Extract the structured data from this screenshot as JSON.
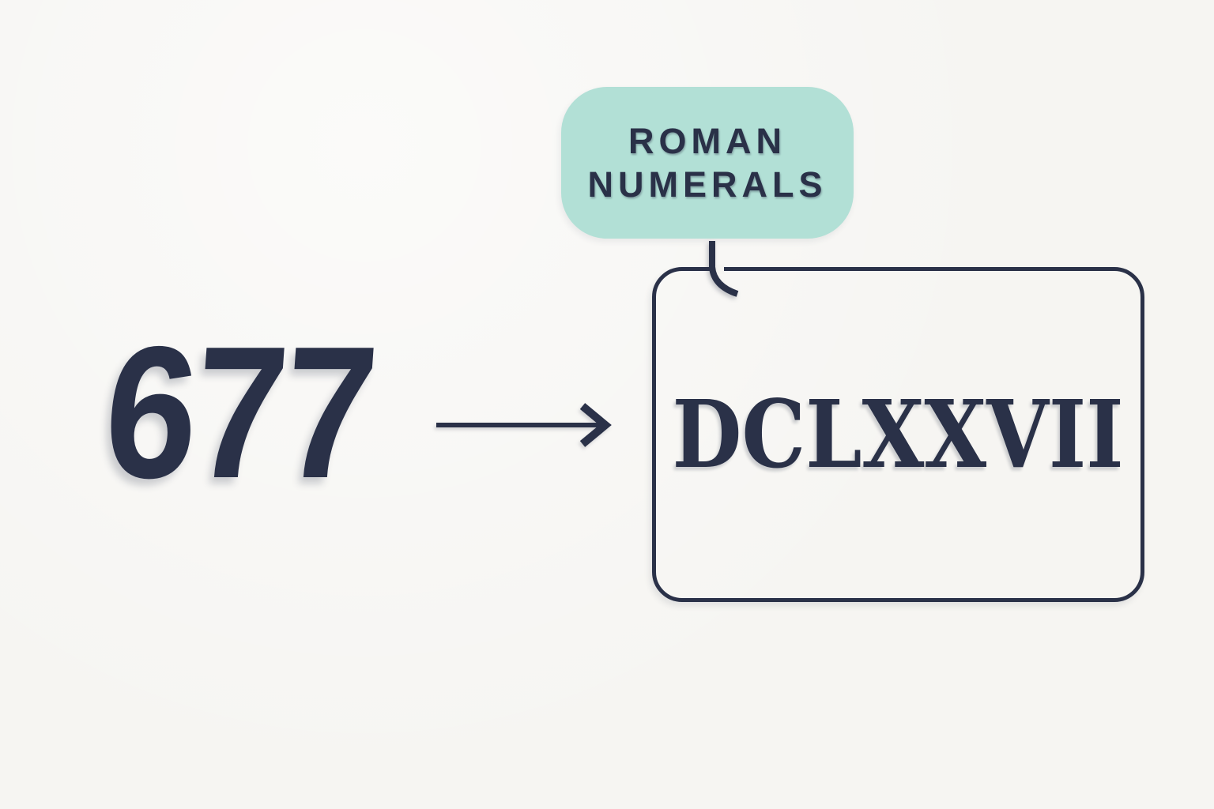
{
  "colors": {
    "navy": "#2a3148",
    "mint": "#b2e0d6",
    "background": "#f6f5f2"
  },
  "conversion": {
    "source_number": "677",
    "system_label": {
      "line1": "ROMAN",
      "line2": "NUMERALS"
    },
    "result_numeral": "DCLXXVII"
  },
  "icons": {
    "arrow": "arrow-right-icon",
    "connector": "connector-hook-icon"
  }
}
